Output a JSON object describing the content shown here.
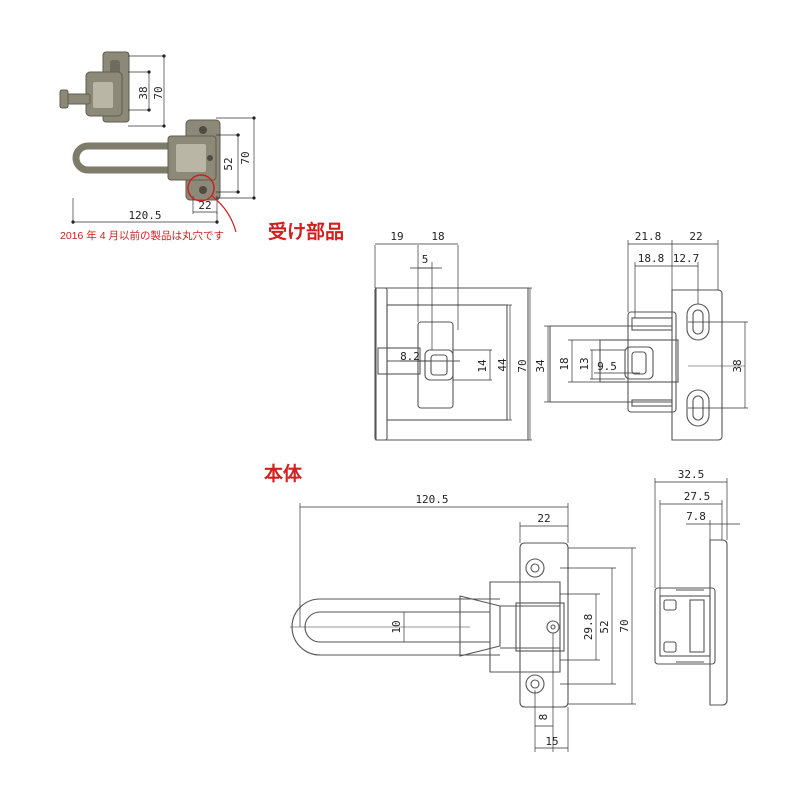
{
  "headings": {
    "receiver": "受け部品",
    "body": "本体"
  },
  "note": "2016 年 4 月以前の製品は丸穴です",
  "photo_dims": {
    "receiver_height_inner": "38",
    "receiver_height_outer": "70",
    "body_height_inner": "52",
    "body_height_outer": "70",
    "body_base_width": "22",
    "overall_length": "120.5"
  },
  "receiver_front": {
    "d19": "19",
    "d18": "18",
    "d5": "5",
    "d8_2": "8.2",
    "d14": "14",
    "d44": "44",
    "d70": "70"
  },
  "receiver_side": {
    "d21_8": "21.8",
    "d22": "22",
    "d18_8": "18.8",
    "d12_7": "12.7",
    "d34": "34",
    "d18": "18",
    "d13": "13",
    "d9_5": "9.5",
    "d38": "38"
  },
  "body_front": {
    "d120_5": "120.5",
    "d22": "22",
    "d10": "10",
    "d29_8": "29.8",
    "d52": "52",
    "d70": "70",
    "d8": "8",
    "d15": "15"
  },
  "body_side": {
    "d32_5": "32.5",
    "d27_5": "27.5",
    "d7_8": "7.8"
  }
}
